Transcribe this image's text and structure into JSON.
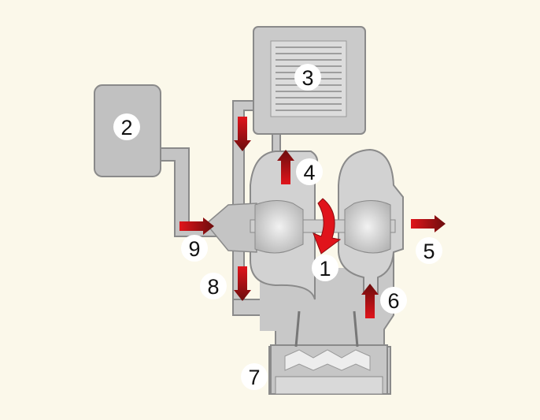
{
  "labels": {
    "l1": "1",
    "l2": "2",
    "l3": "3",
    "l4": "4",
    "l5": "5",
    "l6": "6",
    "l7": "7",
    "l8": "8",
    "l9": "9"
  },
  "colors": {
    "background": "#fbf8ea",
    "housing": "#c9c9c9",
    "outline": "#8a8a8a",
    "arrow_dark": "#6b0d0d",
    "arrow_red": "#e0141b"
  }
}
